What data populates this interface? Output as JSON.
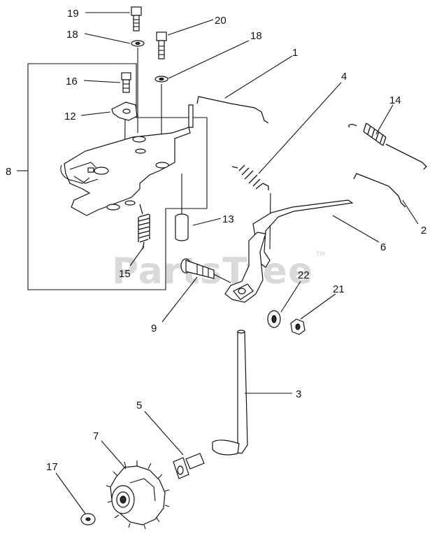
{
  "watermark": {
    "text": "PartsTree",
    "tm": "TM"
  },
  "callouts": {
    "c1": "1",
    "c2": "2",
    "c3": "3",
    "c4": "4",
    "c5": "5",
    "c6": "6",
    "c7": "7",
    "c8": "8",
    "c9": "9",
    "c12": "12",
    "c13": "13",
    "c14": "14",
    "c15": "15",
    "c16": "16",
    "c17": "17",
    "c18a": "18",
    "c18b": "18",
    "c19": "19",
    "c20": "20",
    "c21": "21",
    "c22": "22"
  }
}
